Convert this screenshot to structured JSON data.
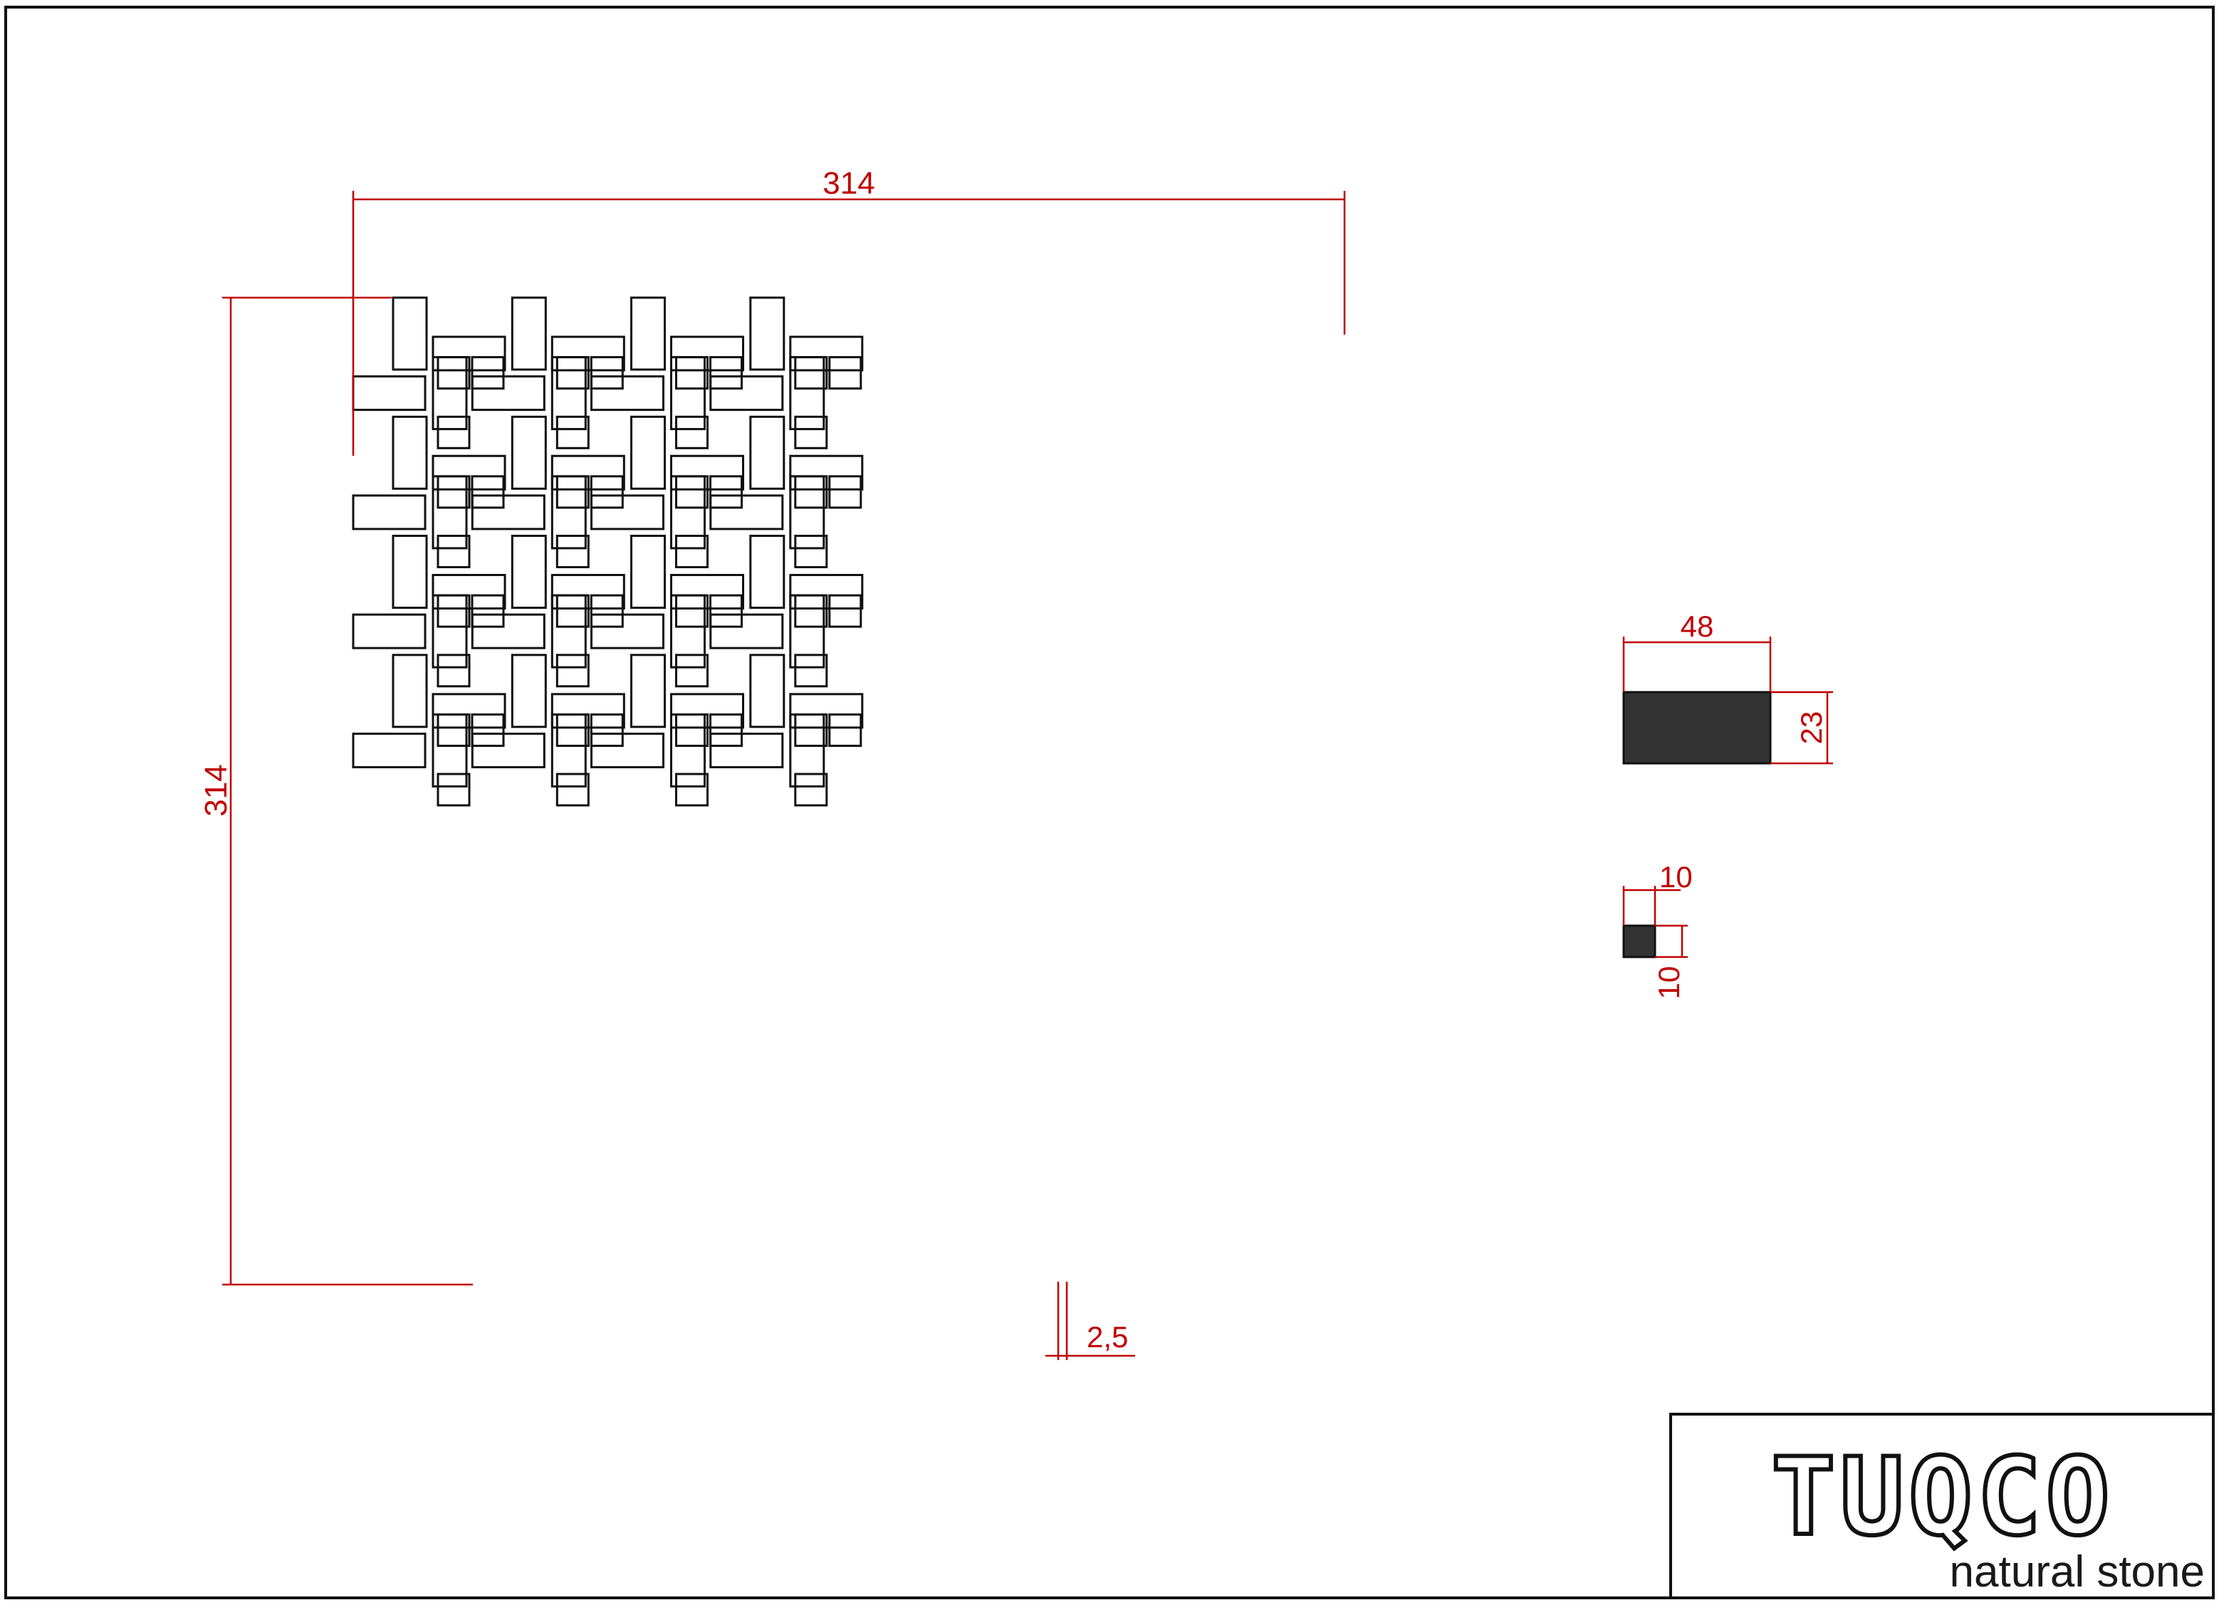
{
  "colors": {
    "dimension": "#c00000",
    "outline": "#111111",
    "tile_fill": "#333333",
    "background": "#ffffff"
  },
  "drawing": {
    "panel_width": "314",
    "panel_height": "314",
    "gap": "2,5"
  },
  "tiles": {
    "rectangle": {
      "width": "48",
      "height": "23"
    },
    "square": {
      "width": "10",
      "height": "10"
    }
  },
  "title_block": {
    "logo": "TUQCO",
    "tagline": "natural stone"
  }
}
